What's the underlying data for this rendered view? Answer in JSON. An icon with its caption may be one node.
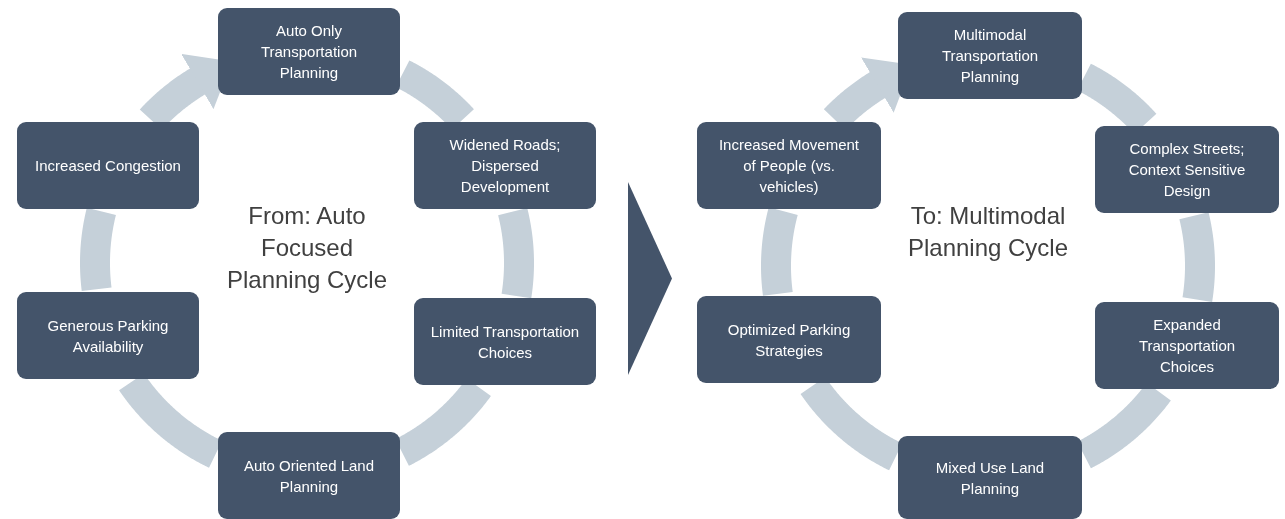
{
  "diagram": {
    "nodes": [
      {
        "text": [
          "Auto Only Transportation Planning"
        ]
      },
      {
        "text": [
          "Widened Roads; Dispersed Development"
        ]
      },
      {
        "text": [
          "Limited Transportation Choices"
        ]
      },
      {
        "text": [
          "Auto Oriented Land Planning"
        ]
      },
      {
        "text": [
          "Generous Parking Availability"
        ]
      },
      {
        "text": [
          "Increased Congestion"
        ]
      },
      {
        "text": [
          "Multimodal Transportation Planning"
        ]
      },
      {
        "text": [
          "Complex Streets; Context Sensitive Design"
        ]
      },
      {
        "text": [
          "Expanded Transportation Choices"
        ]
      },
      {
        "text": [
          "Mixed Use Land Planning"
        ]
      },
      {
        "text": [
          "Optimized Parking Strategies"
        ]
      },
      {
        "text": [
          "Increased Movement of People (vs. vehicles)"
        ]
      },
      {
        "text": [],
        "shape": "triangle"
      }
    ],
    "edges": [
      {
        "from": 0,
        "to": 1,
        "arrow": "none"
      },
      {
        "from": 1,
        "to": 2,
        "arrow": "none"
      },
      {
        "from": 2,
        "to": 3,
        "arrow": "none"
      },
      {
        "from": 3,
        "to": 4,
        "arrow": "none"
      },
      {
        "from": 4,
        "to": 5,
        "arrow": "none"
      },
      {
        "from": 5,
        "to": 0,
        "arrow": "to"
      },
      {
        "from": 6,
        "to": 7,
        "arrow": "none"
      },
      {
        "from": 7,
        "to": 8,
        "arrow": "none"
      },
      {
        "from": 8,
        "to": 9,
        "arrow": "none"
      },
      {
        "from": 9,
        "to": 10,
        "arrow": "none"
      },
      {
        "from": 10,
        "to": 11,
        "arrow": "none"
      },
      {
        "from": 11,
        "to": 6,
        "arrow": "to"
      }
    ],
    "labels": [
      "From: Auto Focused Planning Cycle",
      "To: Multimodal Planning Cycle"
    ]
  }
}
